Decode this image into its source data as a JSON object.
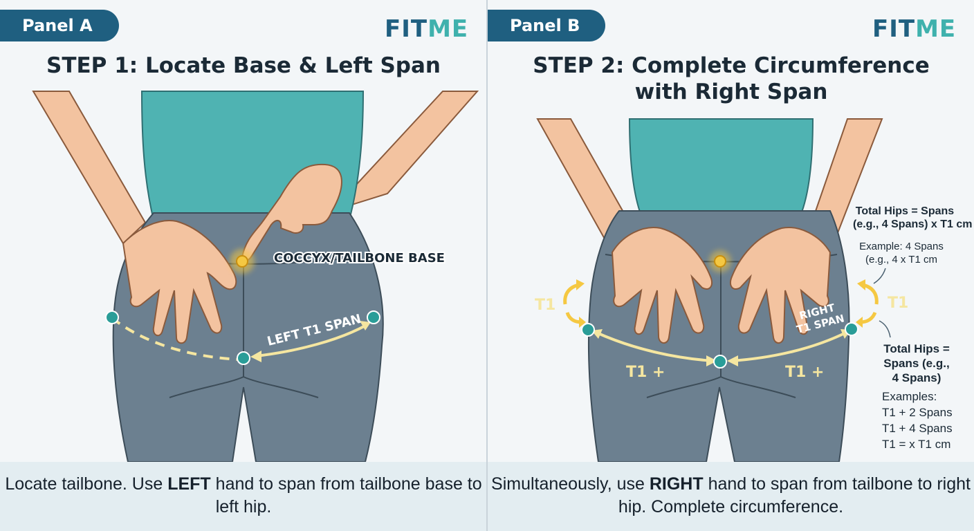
{
  "panel_a": {
    "tag": "Panel A",
    "brand_main": "FIT",
    "brand_accent": "ME",
    "title": "STEP 1: Locate Base & Left Span",
    "labels": {
      "coccyx": "COCCYX/TAILBONE BASE",
      "left_span": "LEFT T1 SPAN"
    },
    "caption": {
      "part1": "Locate tailbone. Use ",
      "bold": "LEFT",
      "part2": " hand to span from tailbone base to left hip."
    }
  },
  "panel_b": {
    "tag": "Panel B",
    "brand_main": "FIT",
    "brand_accent": "ME",
    "title_line1": "STEP 2: Complete Circumference",
    "title_line2": "with Right Span",
    "labels": {
      "right_span_line1": "RIGHT",
      "right_span_line2": "T1 SPAN",
      "t1_left": "T1",
      "t1_right": "T1",
      "t1_plus_left": "T1 +",
      "t1_plus_right": "T1 +"
    },
    "notes": {
      "total_hips_line1": "Total Hips = Spans",
      "total_hips_line2": "(e.g., 4 Spans) x T1 cm",
      "example_line1": "Example: 4 Spans",
      "example_line2": "(e.g., 4 x T1 cm",
      "total_hips2_line1": "Total Hips =",
      "total_hips2_line2": "Spans (e.g.,",
      "total_hips2_line3": "4 Spans)",
      "examples_title": "Examples:",
      "examples": [
        "T1 + 2 Spans",
        "T1 + 4 Spans",
        "T1 = x T1 cm"
      ]
    },
    "caption": {
      "part1": "Simultaneously, use ",
      "bold": "RIGHT",
      "part2": " hand to span from tailbone to right hip. Complete circumference."
    }
  },
  "colors": {
    "navy": "#1f5f80",
    "teal": "#3fb1ad",
    "shirt": "#4fb3b2",
    "pants": "#6c8090",
    "skin": "#f3c3a0",
    "highlight": "#f5c842",
    "marker": "#2a9d98",
    "footer": "#e3edf1"
  }
}
